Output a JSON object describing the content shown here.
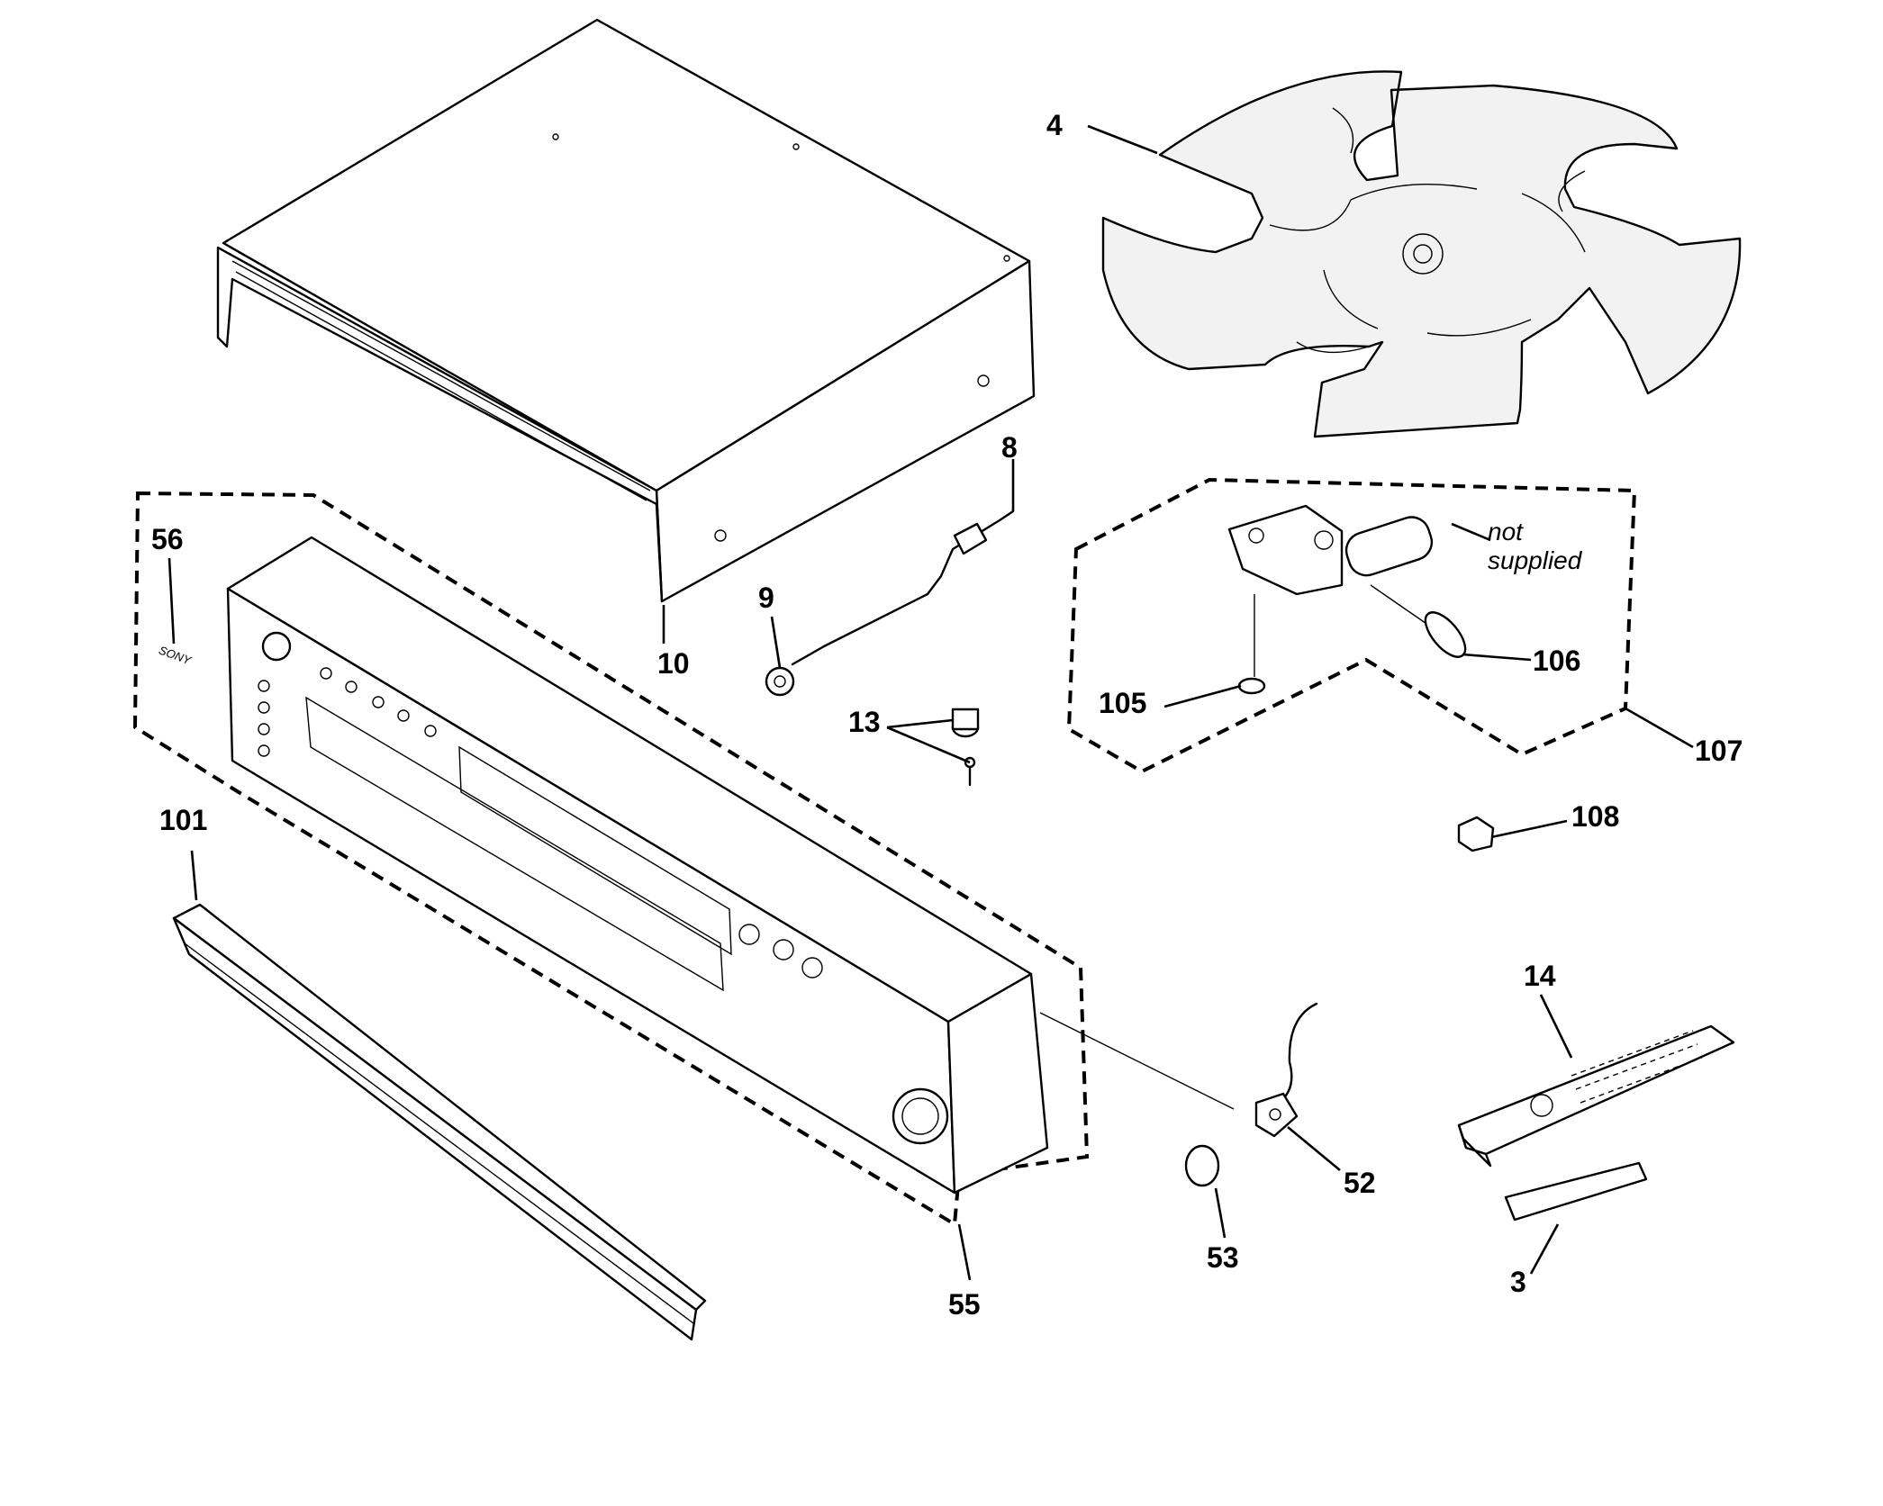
{
  "diagram": {
    "parts": [
      {
        "id": "p4",
        "label": "4"
      },
      {
        "id": "p8",
        "label": "8"
      },
      {
        "id": "p9",
        "label": "9"
      },
      {
        "id": "p10",
        "label": "10"
      },
      {
        "id": "p13",
        "label": "13"
      },
      {
        "id": "p56",
        "label": "56"
      },
      {
        "id": "p55",
        "label": "55"
      },
      {
        "id": "p101",
        "label": "101"
      },
      {
        "id": "p105",
        "label": "105"
      },
      {
        "id": "p106",
        "label": "106"
      },
      {
        "id": "p107",
        "label": "107"
      },
      {
        "id": "p108",
        "label": "108"
      },
      {
        "id": "p14",
        "label": "14"
      },
      {
        "id": "p3",
        "label": "3"
      },
      {
        "id": "p52",
        "label": "52"
      },
      {
        "id": "p53",
        "label": "53"
      }
    ],
    "note_line1": "not",
    "note_line2": "supplied",
    "brand_mark": "SONY"
  }
}
